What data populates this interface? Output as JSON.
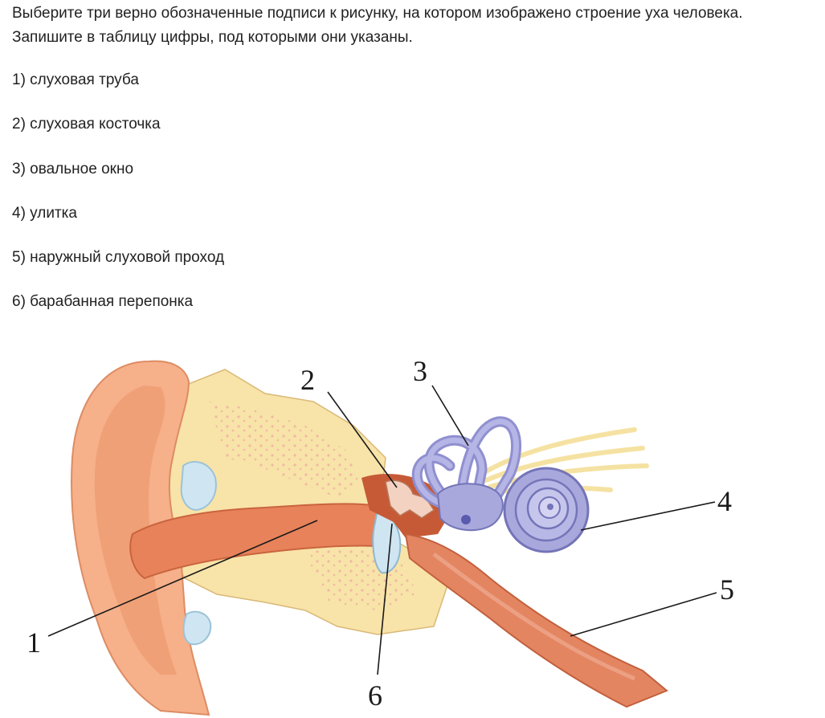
{
  "question": "Выберите три верно обозначенные подписи к рисунку, на котором изображено строение уха человека. Запишите в таблицу цифры, под которыми они указаны.",
  "options": [
    "1) слуховая труба",
    "2) слуховая косточка",
    "3) овальное окно",
    "4) улитка",
    "5) наружный слуховой проход",
    "6) барабанная перепонка"
  ],
  "figure": {
    "labels": [
      "1",
      "2",
      "3",
      "4",
      "5",
      "6"
    ],
    "colors": {
      "pinna": "#f6b08a",
      "pinna_inner": "#ee9a6e",
      "canal": "#e8825a",
      "bone": "#f8e3a8",
      "bone_dots": "#f0b9a4",
      "inner_ear": "#a8a8dc",
      "nerve": "#f5e2a2",
      "tube": "#e48561"
    }
  }
}
